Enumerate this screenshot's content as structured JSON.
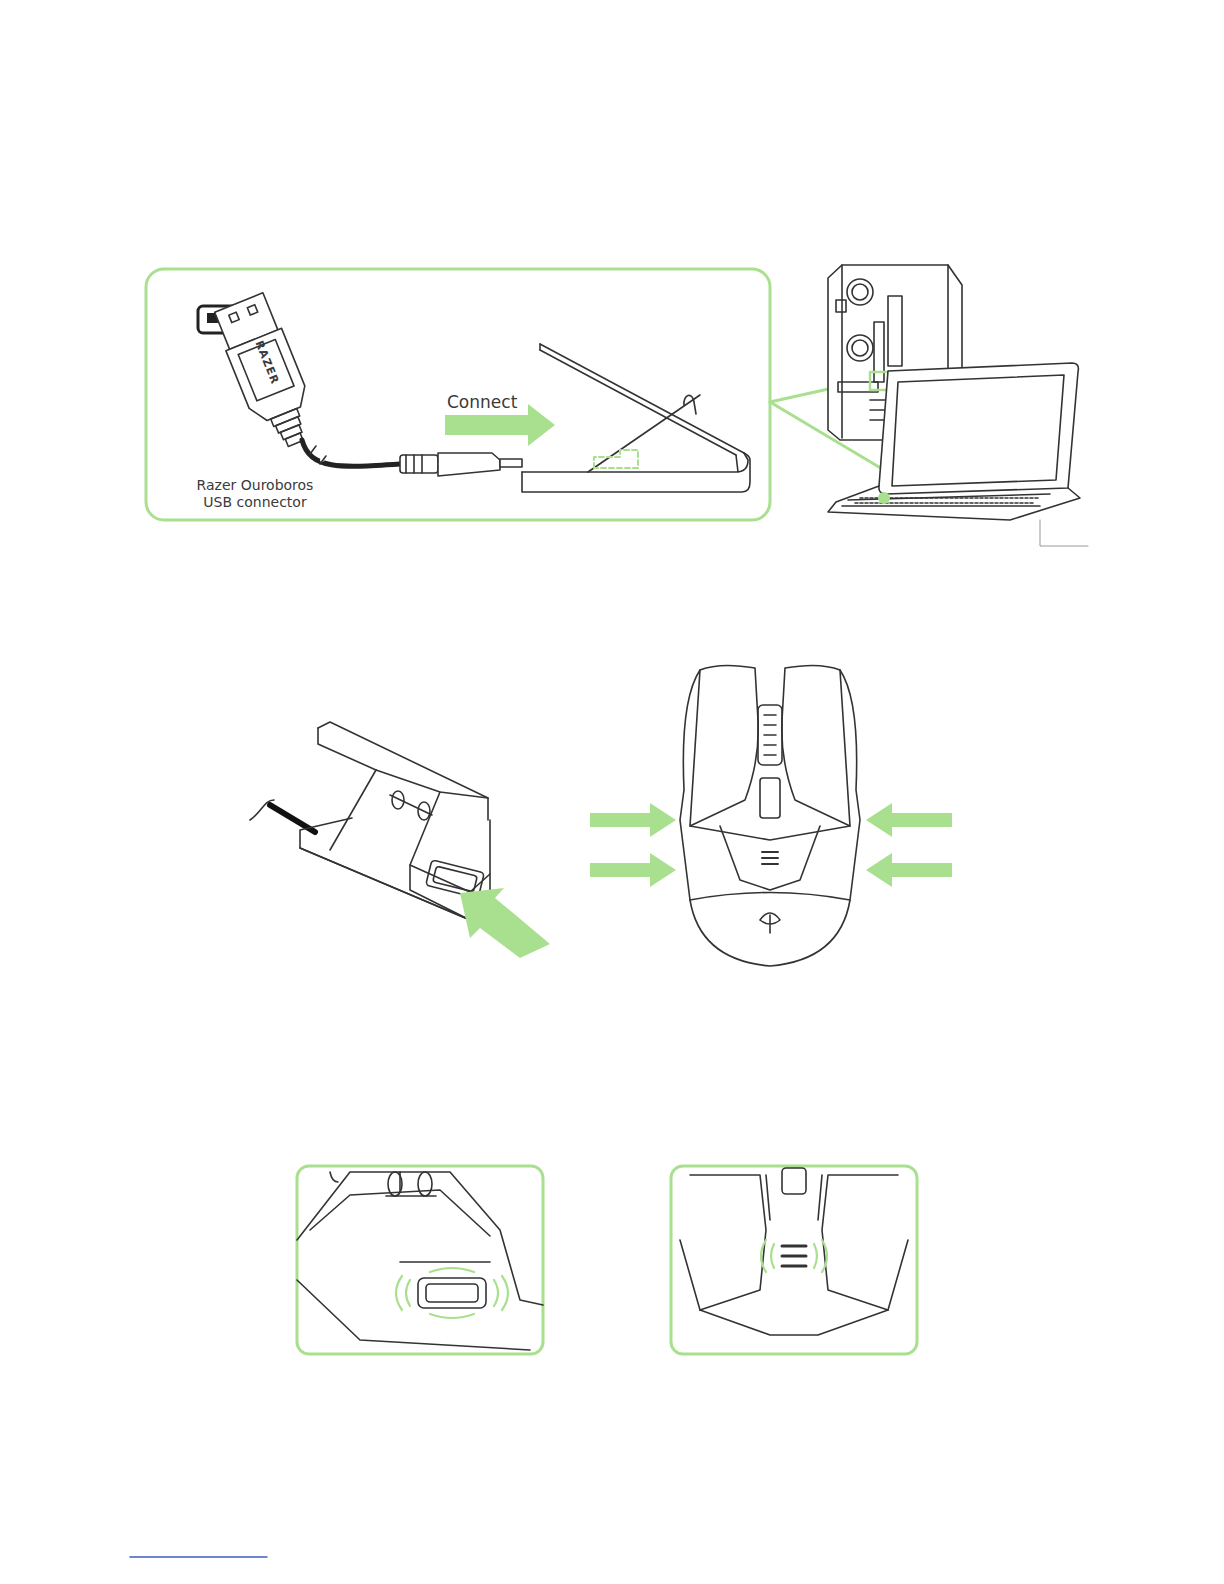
{
  "diagram": {
    "labels": [
      "Connect",
      "Razer Ouroboros USB connector",
      "RAZER"
    ]
  }
}
